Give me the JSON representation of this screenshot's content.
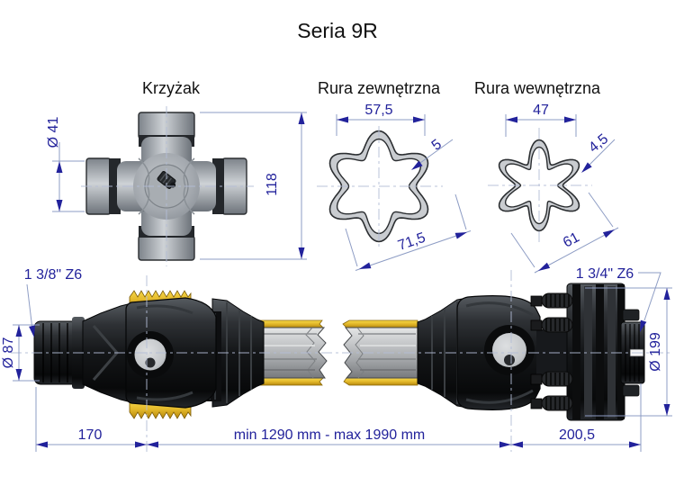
{
  "title": "Seria 9R",
  "colors": {
    "dimension_text": "#22229b",
    "dimension_line": "#8d9cc4",
    "centerline": "#b3bdd6",
    "guard_yellow": "#e3b82a",
    "part_black": "#16181a",
    "part_gray": "#b9bbbd"
  },
  "sections": {
    "cross": {
      "label": "Krzyżak",
      "dim_diameter": "Ø 41",
      "dim_height": "118"
    },
    "outer_tube": {
      "label": "Rura zewnętrzna",
      "dim_width": "57,5",
      "dim_wall": "5",
      "dim_diagonal": "71,5"
    },
    "inner_tube": {
      "label": "Rura wewnętrzna",
      "dim_width": "47",
      "dim_wall": "4,5",
      "dim_diagonal": "61"
    },
    "shaft": {
      "spline_left": "1 3/8\" Z6",
      "spline_right": "1 3/4\" Z6",
      "dim_left_diameter": "Ø 87",
      "dim_right_diameter": "Ø 199",
      "dim_left_length": "170",
      "dim_range": "min 1290 mm - max 1990 mm",
      "dim_right_length": "200,5"
    }
  }
}
